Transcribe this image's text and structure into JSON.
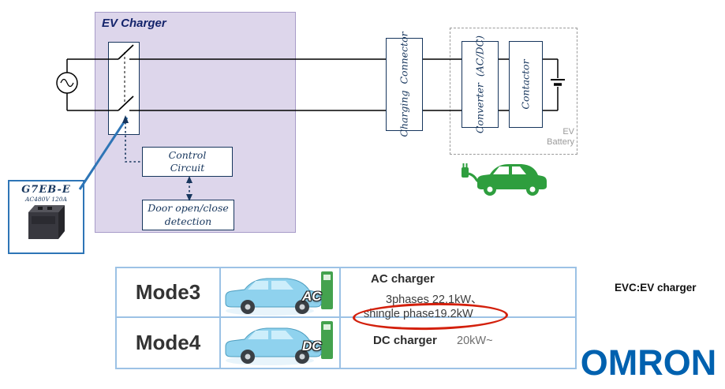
{
  "diagram": {
    "title": "EV Charger",
    "control_circuit_line1": "Control",
    "control_circuit_line2": "Circuit",
    "door_line1": "Door open/close",
    "door_line2": "detection",
    "connector_line1": "Charging",
    "connector_line2": "Connector",
    "converter_line1": "Converter",
    "converter_line2": "(AC/DC)",
    "contactor_label": "Contactor",
    "battery_line1": "EV",
    "battery_line2": "Battery",
    "relay_model": "G7EB-E",
    "relay_rating": "AC480V 120A"
  },
  "table": {
    "rows": [
      {
        "mode": "Mode3",
        "plug_label": "AC",
        "title": "AC charger",
        "detail1": "3phases 22.1kW、",
        "detail2": "shingle phase19.2kW"
      },
      {
        "mode": "Mode4",
        "plug_label": "DC",
        "title": "DC charger",
        "detail1": "20kW~"
      }
    ]
  },
  "footer": {
    "note": "EVC:EV charger",
    "logo": "OMRON"
  },
  "colors": {
    "navy": "#17365d",
    "purple_fill": "#ddd6eb",
    "accent_blue": "#2e75b6",
    "table_border": "#9cc2e5",
    "omron_blue": "#0061af",
    "highlight_red": "#d3200c",
    "ev_green": "#2e9e3e",
    "gray": "#9a9a9a"
  }
}
